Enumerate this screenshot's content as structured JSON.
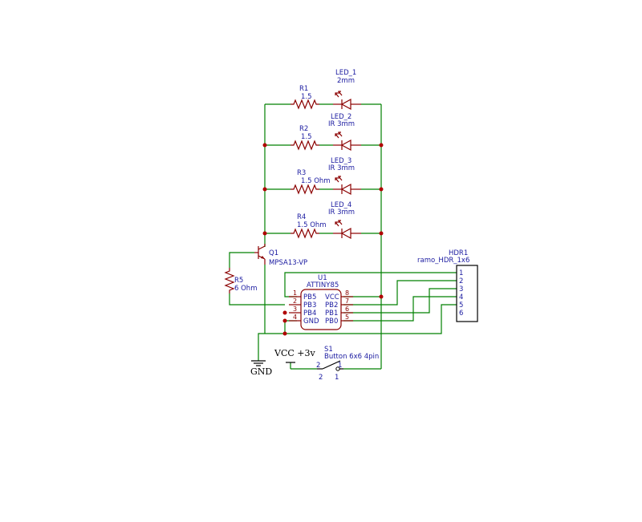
{
  "components": {
    "led1": {
      "ref": "LED_1",
      "value": "2mm"
    },
    "led2": {
      "ref": "LED_2",
      "value": "IR 3mm"
    },
    "led3": {
      "ref": "LED_3",
      "value": "IR 3mm"
    },
    "led4": {
      "ref": "LED_4",
      "value": "IR 3mm"
    },
    "r1": {
      "ref": "R1",
      "value": "1.5"
    },
    "r2": {
      "ref": "R2",
      "value": "1.5"
    },
    "r3": {
      "ref": "R3",
      "value": "1.5 Ohm"
    },
    "r4": {
      "ref": "R4",
      "value": "1.5 Ohm"
    },
    "r5": {
      "ref": "R5",
      "value": "6 Ohm"
    },
    "q1": {
      "ref": "Q1",
      "value": "MPSA13-VP"
    },
    "u1": {
      "ref": "U1",
      "value": "ATTINY85",
      "left_pins": [
        {
          "num": "1",
          "name": "PB5"
        },
        {
          "num": "2",
          "name": "PB3"
        },
        {
          "num": "3",
          "name": "PB4"
        },
        {
          "num": "4",
          "name": "GND"
        }
      ],
      "right_pins": [
        {
          "num": "8",
          "name": "VCC"
        },
        {
          "num": "7",
          "name": "PB2"
        },
        {
          "num": "6",
          "name": "PB1"
        },
        {
          "num": "5",
          "name": "PB0"
        }
      ]
    },
    "hdr1": {
      "ref": "HDR1",
      "value": "ramo_HDR_1x6",
      "pins": [
        "1",
        "2",
        "3",
        "4",
        "5",
        "6"
      ]
    },
    "s1": {
      "ref": "S1",
      "value": "Button 6x6 4pin",
      "pin_2": "2",
      "pin_1": "1",
      "pin_2b": "2",
      "pin_1b": "1"
    }
  },
  "power": {
    "gnd": "GND",
    "vcc": "VCC +3v"
  },
  "colors": {
    "wire": "#008000",
    "part": "#8b0000",
    "text": "#1a1aa0",
    "junction": "#b00000"
  }
}
